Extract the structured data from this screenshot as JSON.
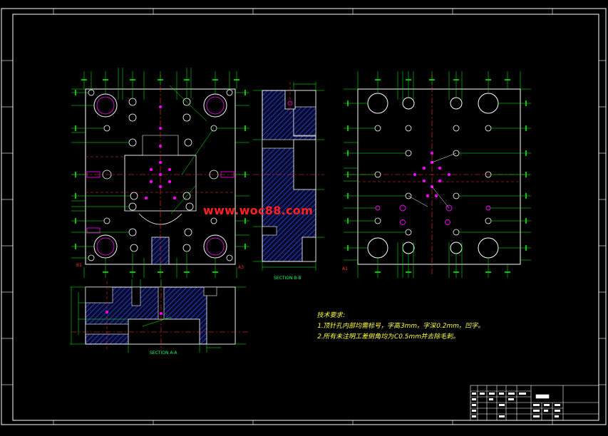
{
  "watermark": "www.woc88.com",
  "technical_requirements": {
    "title": "技术要求:",
    "items": [
      "1.顶针孔内部均需标号，字高3mm，字深0.2mm，凹字。",
      "2.所有未注明工差倒角均为C0.5mm并去除毛刺。"
    ]
  },
  "section_labels": {
    "section_aa": "SECTION A-A",
    "section_bb": "SECTION B-B"
  },
  "view_tags": {
    "left_plan": "B1",
    "middle_plan": "A3",
    "right_plan": "A1"
  },
  "colors": {
    "border": "#ffffff",
    "outline": "#ffffff",
    "dimension": "#00ff00",
    "hole": "#ff00ff",
    "centerline": "#ff3030",
    "hatch": "#3060ff",
    "notes": "#ffff40",
    "watermark": "#ff2020"
  }
}
